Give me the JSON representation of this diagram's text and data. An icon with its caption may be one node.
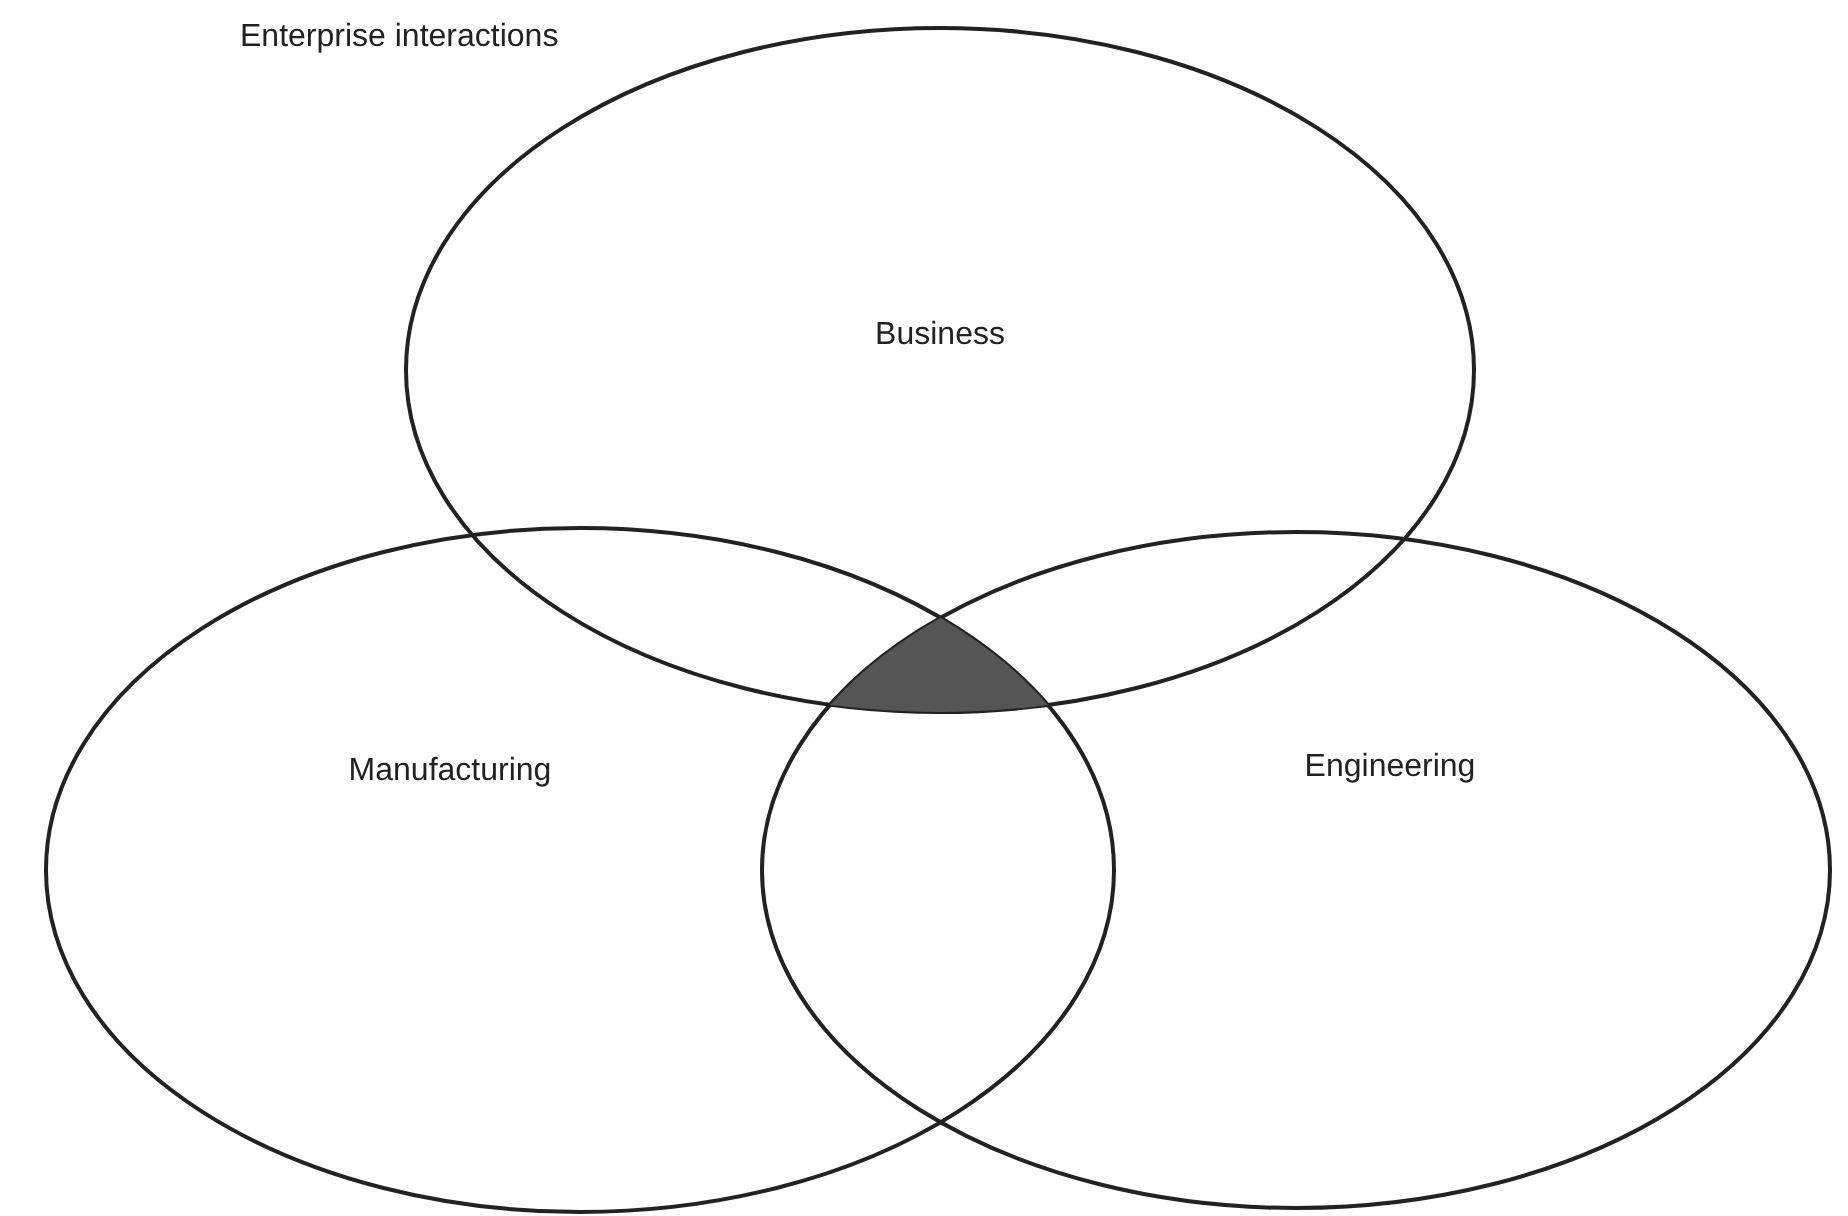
{
  "diagram": {
    "title": "Enterprise interactions",
    "nodes": [
      {
        "text": [
          "Business"
        ]
      },
      {
        "text": [
          "Manufacturing"
        ]
      },
      {
        "text": [
          "Engineering"
        ]
      },
      {
        "text": [],
        "shape": "region"
      }
    ]
  }
}
